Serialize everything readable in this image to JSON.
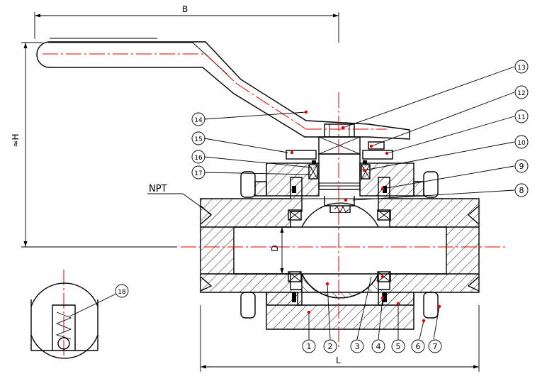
{
  "dimensions": {
    "width_label": "B",
    "height_label": "≈H",
    "length_label": "L",
    "bore_label": "D",
    "thread_label": "NPT"
  },
  "callouts": [
    {
      "num": "1"
    },
    {
      "num": "2"
    },
    {
      "num": "3"
    },
    {
      "num": "4"
    },
    {
      "num": "5"
    },
    {
      "num": "6"
    },
    {
      "num": "7"
    },
    {
      "num": "8"
    },
    {
      "num": "9"
    },
    {
      "num": "10"
    },
    {
      "num": "11"
    },
    {
      "num": "12"
    },
    {
      "num": "13"
    },
    {
      "num": "14"
    },
    {
      "num": "15"
    },
    {
      "num": "16"
    },
    {
      "num": "17"
    },
    {
      "num": "18"
    }
  ],
  "colors": {
    "line": "#000000",
    "centerline": "#e00000",
    "background": "#ffffff"
  }
}
